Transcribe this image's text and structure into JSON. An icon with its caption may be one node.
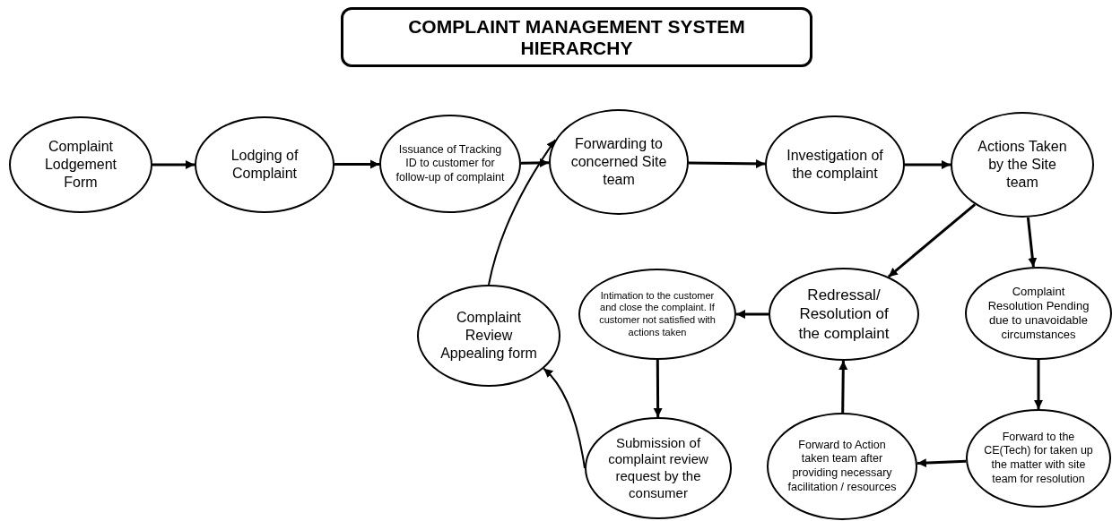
{
  "diagram": {
    "title": "COMPLAINT MANAGEMENT SYSTEM HIERARCHY",
    "nodes": [
      {
        "text": [
          "Complaint Lodgement Form"
        ]
      },
      {
        "text": [
          "Lodging of Complaint"
        ]
      },
      {
        "text": [
          "Issuance of Tracking ID to customer for follow-up of complaint"
        ]
      },
      {
        "text": [
          "Forwarding to concerned Site team"
        ]
      },
      {
        "text": [
          "Investigation of the complaint"
        ]
      },
      {
        "text": [
          "Actions Taken by the Site team"
        ]
      },
      {
        "text": [
          "Complaint Review Appealing form"
        ]
      },
      {
        "text": [
          "Intimation to the customer and close the complaint. If customer not satisfied with actions taken"
        ]
      },
      {
        "text": [
          "Redressal/ Resolution of the complaint"
        ]
      },
      {
        "text": [
          "Complaint Resolution Pending due to unavoidable circumstances"
        ]
      },
      {
        "text": [
          "Submission of complaint review request by the consumer"
        ]
      },
      {
        "text": [
          "Forward to Action taken team after providing necessary facilitation / resources"
        ]
      },
      {
        "text": [
          "Forward to the CE(Tech) for taken up the matter with site team for resolution"
        ]
      }
    ],
    "edges": [
      {
        "from": 0,
        "to": 1,
        "arrow": "to"
      },
      {
        "from": 1,
        "to": 2,
        "arrow": "to"
      },
      {
        "from": 2,
        "to": 3,
        "arrow": "to"
      },
      {
        "from": 3,
        "to": 4,
        "arrow": "to"
      },
      {
        "from": 4,
        "to": 5,
        "arrow": "to"
      },
      {
        "from": 5,
        "to": 8,
        "arrow": "to"
      },
      {
        "from": 5,
        "to": 9,
        "arrow": "to"
      },
      {
        "from": 9,
        "to": 12,
        "arrow": "to"
      },
      {
        "from": 12,
        "to": 11,
        "arrow": "to"
      },
      {
        "from": 11,
        "to": 8,
        "arrow": "to"
      },
      {
        "from": 8,
        "to": 7,
        "arrow": "to"
      },
      {
        "from": 7,
        "to": 10,
        "arrow": "to"
      },
      {
        "from": 10,
        "to": 6,
        "arrow": "to"
      },
      {
        "from": 6,
        "to": 3,
        "arrow": "to"
      }
    ]
  }
}
